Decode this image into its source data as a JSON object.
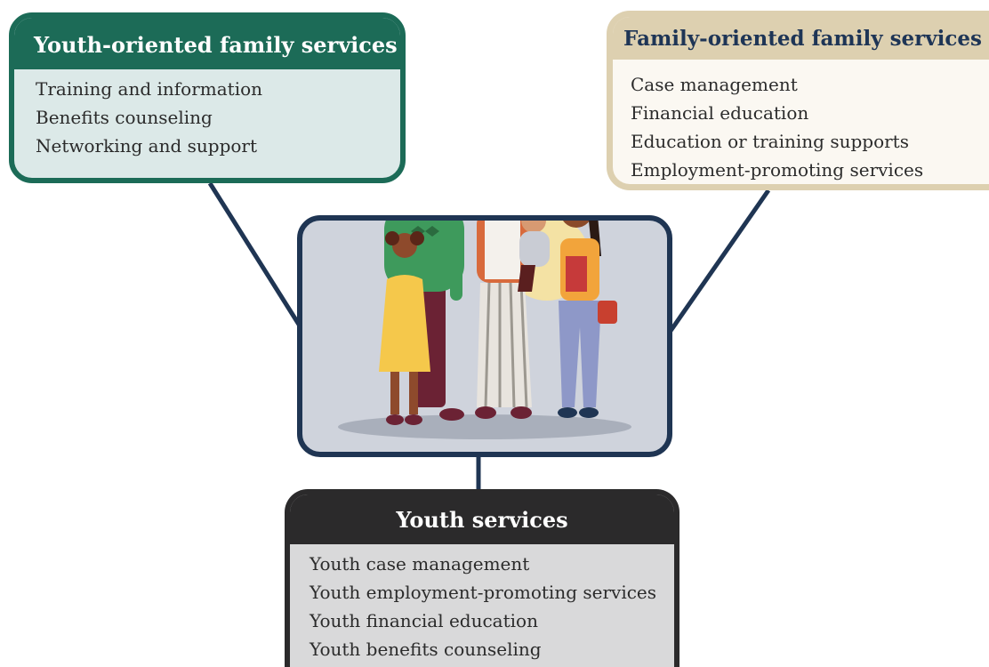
{
  "youth_oriented_family_services": {
    "title": "Youth-oriented family services",
    "items": [
      "Training and information",
      "Benefits counseling",
      "Networking and support"
    ]
  },
  "family_oriented_family_services": {
    "title": "Family-oriented family services",
    "items": [
      "Case management",
      "Financial education",
      "Education or training supports",
      "Employment-promoting services"
    ]
  },
  "youth_services": {
    "title": "Youth services",
    "items": [
      "Youth case management",
      "Youth employment-promoting services",
      "Youth financial education",
      "Youth benefits counseling"
    ]
  },
  "illustration": {
    "subject": "family-illustration",
    "members": 5
  },
  "colors": {
    "youth_oriented_header": "#1c6b57",
    "youth_oriented_body": "#dce9e8",
    "family_oriented_header": "#ddd0b0",
    "family_oriented_title_text": "#1e3556",
    "youth_services_header": "#2b2a2b",
    "youth_services_body": "#d9d9da",
    "connector": "#1f3553"
  }
}
